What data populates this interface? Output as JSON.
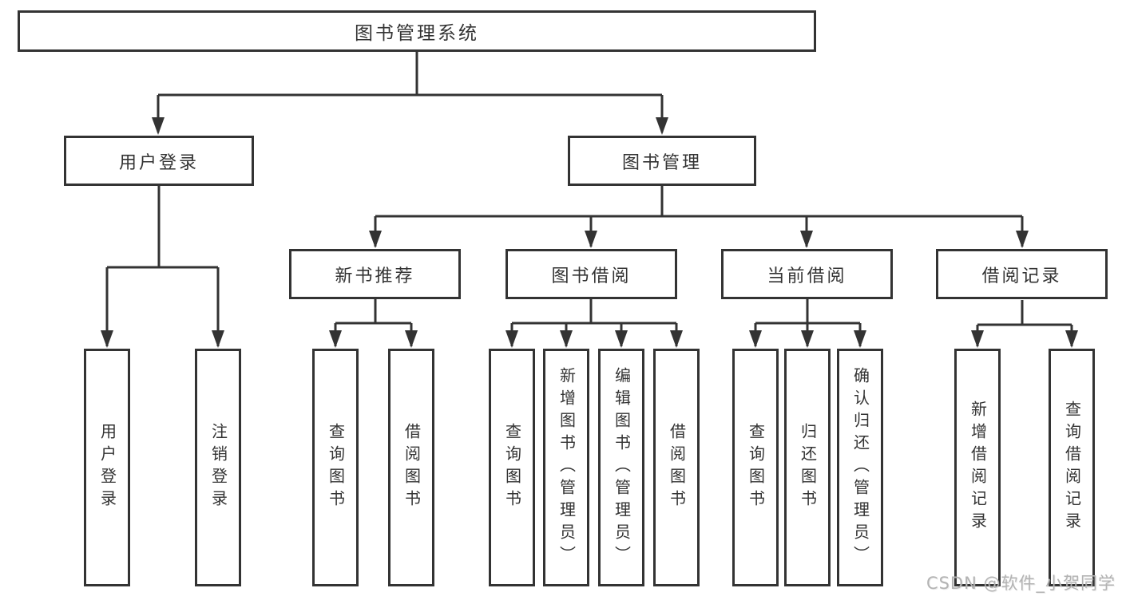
{
  "tree": {
    "root": {
      "label": "图书管理系统"
    },
    "children": [
      {
        "label": "用户登录",
        "children": [
          {
            "label": "用户登录"
          },
          {
            "label": "注销登录"
          }
        ]
      },
      {
        "label": "图书管理",
        "children": [
          {
            "label": "新书推荐",
            "children": [
              {
                "label": "查询图书"
              },
              {
                "label": "借阅图书"
              }
            ]
          },
          {
            "label": "图书借阅",
            "children": [
              {
                "label": "查询图书"
              },
              {
                "label": "新增图书（管理员）"
              },
              {
                "label": "编辑图书（管理员）"
              },
              {
                "label": "借阅图书"
              }
            ]
          },
          {
            "label": "当前借阅",
            "children": [
              {
                "label": "查询图书"
              },
              {
                "label": "归还图书"
              },
              {
                "label": "确认归还（管理员）"
              }
            ]
          },
          {
            "label": "借阅记录",
            "children": [
              {
                "label": "新增借阅记录"
              },
              {
                "label": "查询借阅记录"
              }
            ]
          }
        ]
      }
    ]
  },
  "watermark": {
    "text": "CSDN @软件_小贺同学"
  },
  "colors": {
    "line": "#333333",
    "box_border": "#333333",
    "text": "#333333",
    "watermark": "#b3b3b3",
    "background": "#ffffff"
  }
}
